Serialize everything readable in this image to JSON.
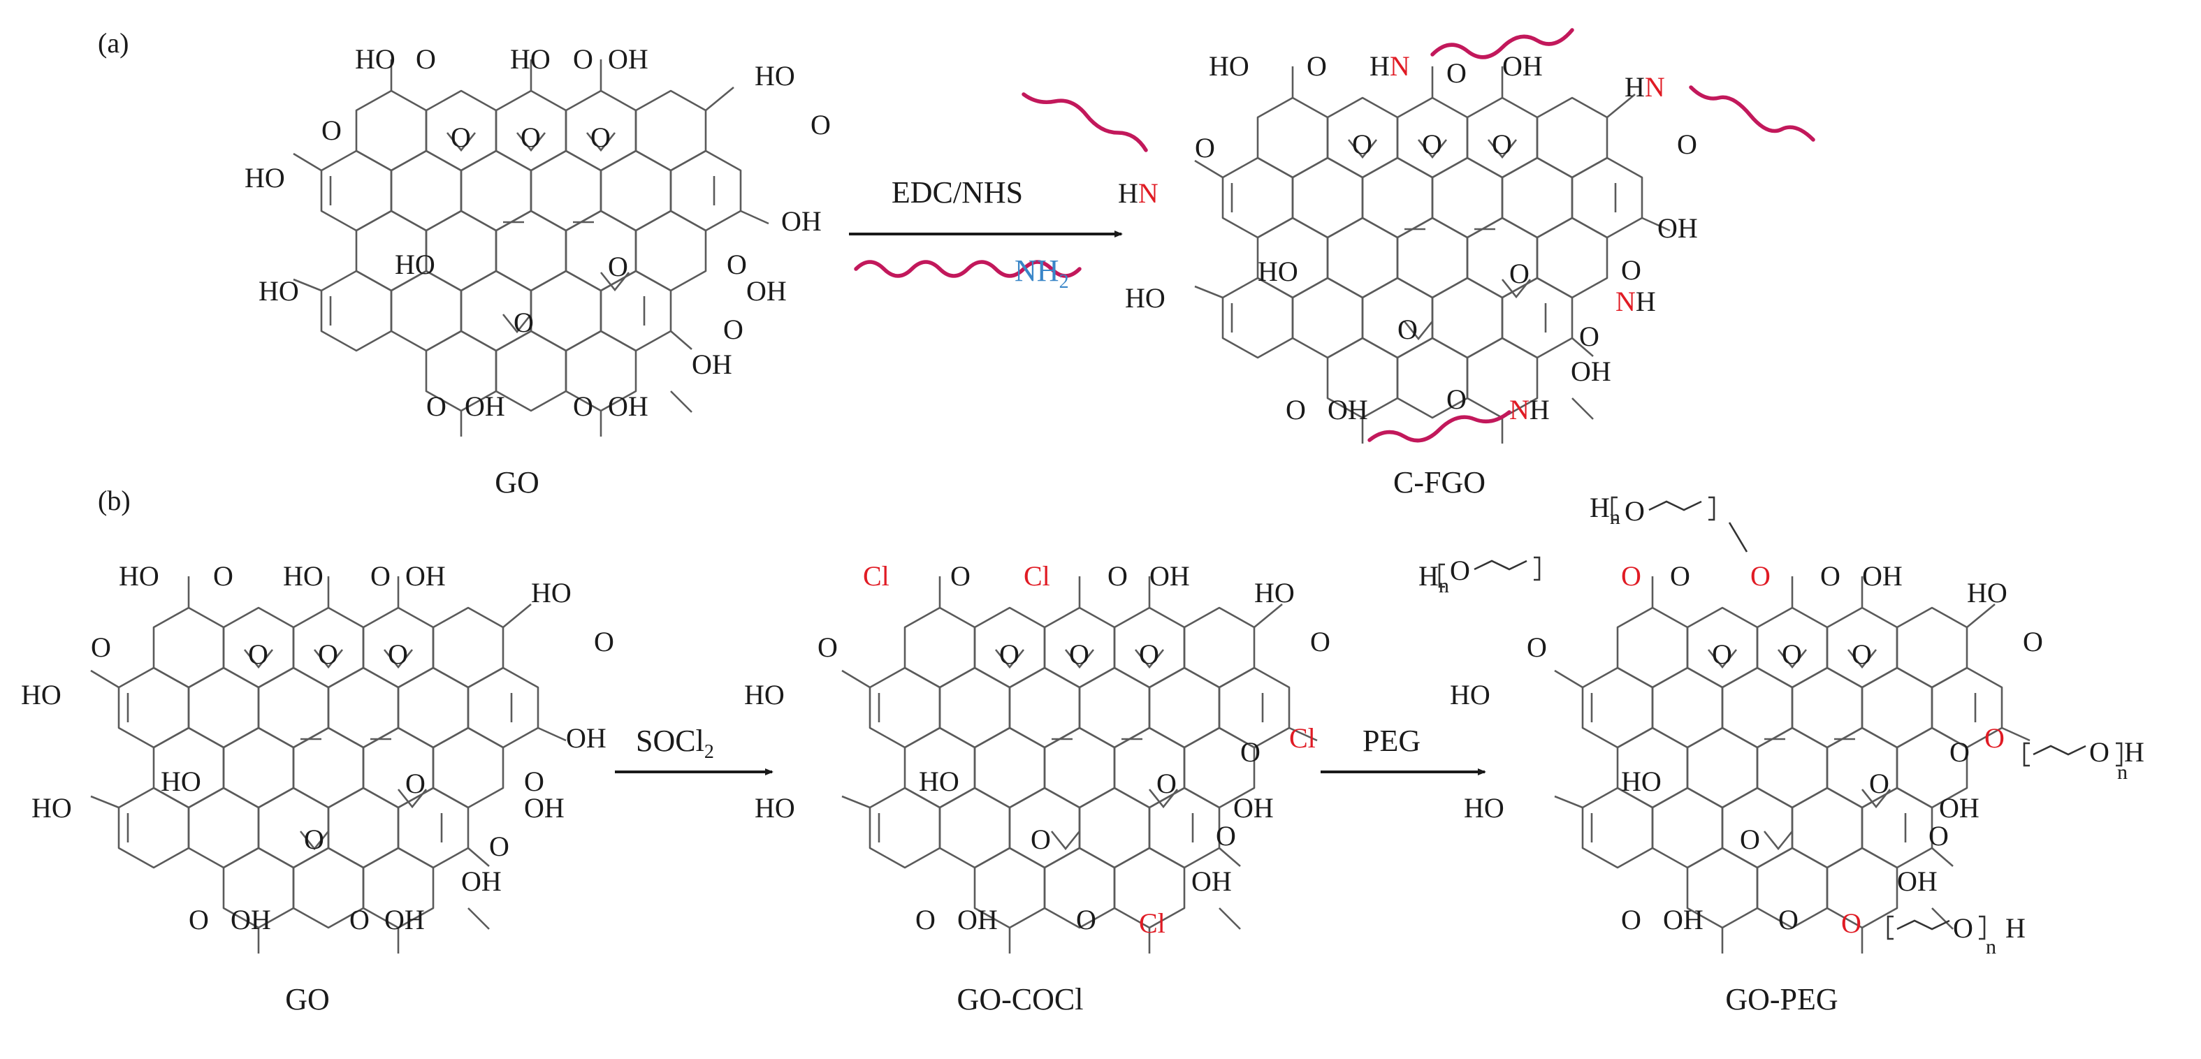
{
  "panels": [
    {
      "id": "a",
      "label": "(a)"
    },
    {
      "id": "b",
      "label": "(b)"
    }
  ],
  "colors": {
    "default_text": "#1a1a1a",
    "red_atom": "#e01b24",
    "blue_amine": "#3a86c8",
    "chain": "#c2185b",
    "bond": "#5a5a5a"
  },
  "reactions": {
    "a": {
      "reagent_top": "EDC/NHS",
      "amine_reagent": "NH",
      "amine_subscript": "2",
      "reactant_name": "GO",
      "product_name": "C-FGO"
    },
    "b": {
      "reagent_1": "SOCl",
      "reagent_1_subscript": "2",
      "reagent_2": "PEG",
      "reactant_name": "GO",
      "intermediate_name": "GO-COCl",
      "product_name": "GO-PEG"
    }
  },
  "atoms": {
    "ho": "HO",
    "oh": "OH",
    "o": "O",
    "cl": "Cl",
    "n": "N",
    "h": "H",
    "n_sub": "n"
  }
}
